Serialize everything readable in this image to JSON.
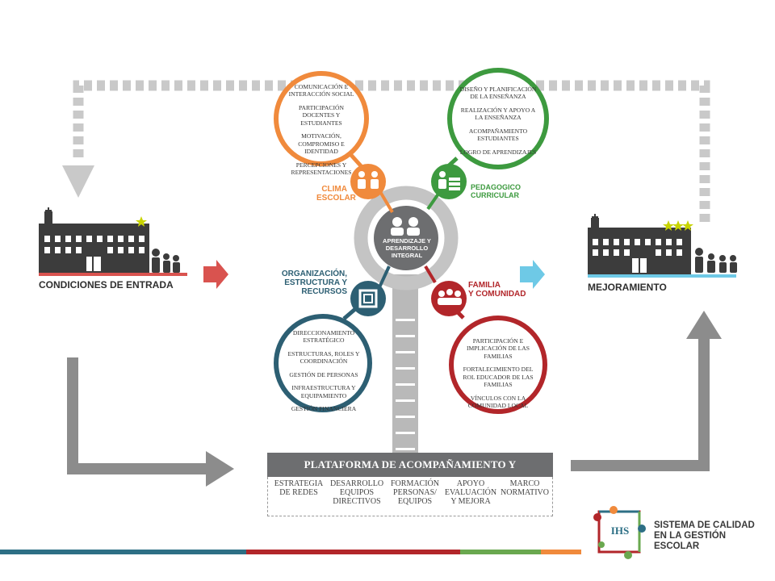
{
  "entry_label": "CONDICIONES DE ENTRADA",
  "improvement_label": "MEJORAMIENTO",
  "center_label": [
    "APRENDIZAJE Y",
    "DESARROLLO",
    "INTEGRAL"
  ],
  "clima": {
    "label": [
      "CLIMA",
      "ESCOLAR"
    ],
    "items": [
      "COMUNICACIÓN E INTERACCIÓN SOCIAL",
      "PARTICIPACIÓN DOCENTES Y ESTUDIANTES",
      "MOTIVACIÓN, COMPROMISO E IDENTIDAD",
      "PERCEPCIONES Y REPRESENTACIONES"
    ],
    "color": "#f08a3c"
  },
  "pedagogico": {
    "label": [
      "PEDAGOGICO",
      "CURRICULAR"
    ],
    "items": [
      "DISEÑO Y PLANIFICACIÓN DE LA ENSEÑANZA",
      "REALIZACIÓN Y APOYO A LA ENSEÑANZA",
      "ACOMPAÑAMIENTO ESTUDIANTES",
      "LOGRO DE APRENDIZAJES"
    ],
    "color": "#3d9a3f"
  },
  "organizacion": {
    "label": [
      "ORGANIZACIÓN,",
      "ESTRUCTURA Y",
      "RECURSOS"
    ],
    "items": [
      "DIRECCIONAMIENTO ESTRATÉGICO",
      "ESTRUCTURAS, ROLES Y COORDINACIÓN",
      "GESTIÓN DE PERSONAS",
      "INFRAESTRUCTURA Y EQUIPAMIENTO",
      "GESTIÓN FINANCIERA"
    ],
    "color": "#2d5f73"
  },
  "familia": {
    "label": [
      "FAMILIA",
      "Y COMUNIDAD"
    ],
    "items": [
      "PARTICIPACIÓN E IMPLICACIÓN DE LAS FAMILIAS",
      "FORTALECIMIENTO DEL ROL EDUCADOR DE LAS FAMILIAS",
      "VÍNCULOS CON LA COMUNIDAD LOCAL"
    ],
    "color": "#b2262a"
  },
  "platform": {
    "title": "PLATAFORMA DE ACOMPAÑAMIENTO Y SUPERVISIÓN",
    "columns": [
      "ESTRATEGIA DE REDES",
      "DESARROLLO EQUIPOS DIRECTIVOS",
      "FORMACIÓN PERSONAS/ EQUIPOS",
      "APOYO EVALUACIÓN Y MEJORA",
      "MARCO NORMATIVO"
    ]
  },
  "brand": {
    "logo_text": "IHS",
    "lines": [
      "SISTEMA DE CALIDAD",
      "EN LA GESTIÓN",
      "ESCOLAR"
    ]
  },
  "colors": {
    "gray_arrow": "#8c8c8c",
    "dashed_gray": "#c9c9c9",
    "red_arrow": "#d9534f",
    "blue_arrow": "#6ec9e6",
    "dark": "#3c3c3c",
    "star": "#c8d400",
    "bar_teal": "#2d6f85",
    "bar_red": "#b2262a",
    "bar_green": "#6aa84f",
    "bar_orange": "#f08a3c"
  }
}
